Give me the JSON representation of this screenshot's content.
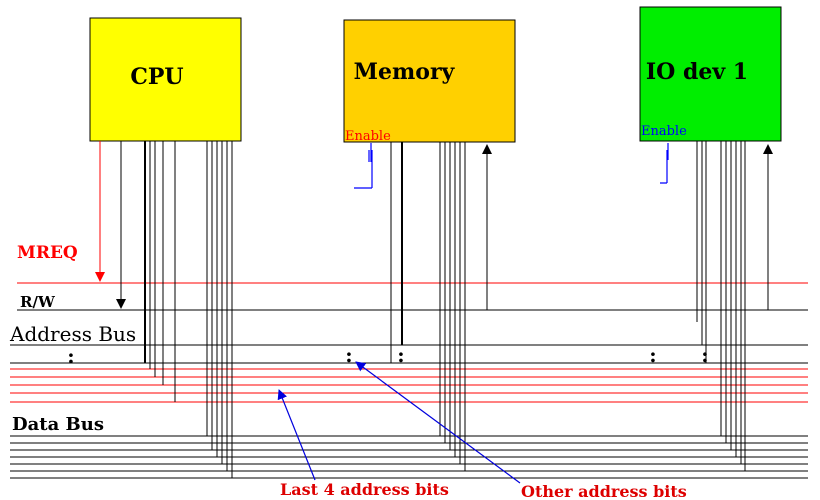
{
  "blocks": {
    "cpu": {
      "label": "CPU",
      "fill": "#ffff00"
    },
    "memory": {
      "label": "Memory",
      "fill": "#ffd000",
      "enable_label": "Enable",
      "enable_color": "#ff0000"
    },
    "io": {
      "label": "IO dev 1",
      "fill": "#00ee00",
      "enable_label": "Enable",
      "enable_color": "#0000ff"
    }
  },
  "signals": {
    "mreq": {
      "label": "MREQ",
      "color": "#ff0000"
    },
    "rw": {
      "label": "R/W"
    }
  },
  "buses": {
    "address": {
      "label": "Address Bus",
      "line_color": "#000000",
      "low_bits_color": "#ff0000"
    },
    "data": {
      "label": "Data Bus"
    }
  },
  "annotations": {
    "last_bits": {
      "label": "Last 4 address bits",
      "color": "#dd0000",
      "arrow_color": "#0000dd"
    },
    "other_bits": {
      "label": "Other address bits",
      "color": "#dd0000",
      "arrow_color": "#0000dd"
    }
  },
  "ellipsis": ":"
}
